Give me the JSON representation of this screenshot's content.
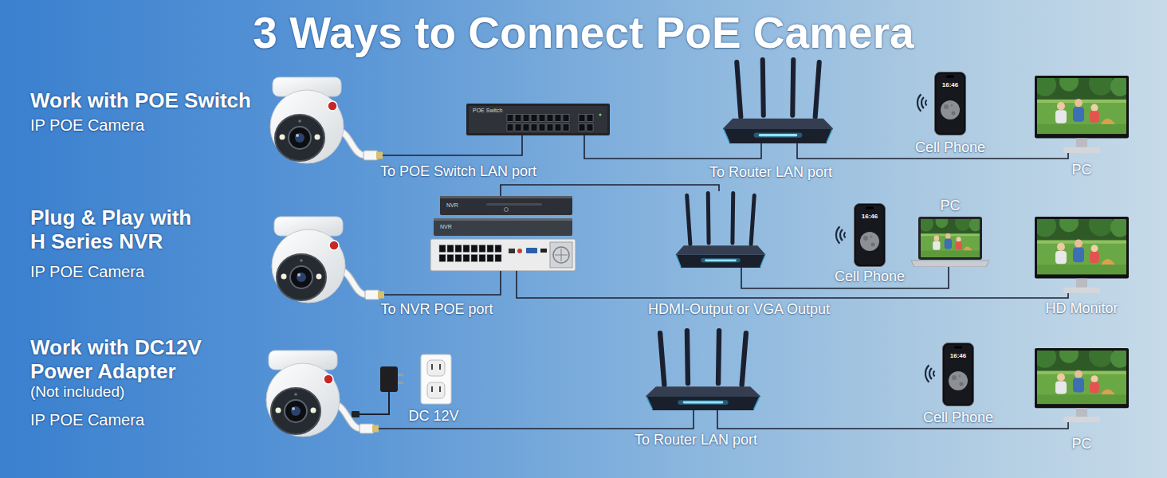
{
  "diagram": {
    "title": "3 Ways to Connect PoE Camera",
    "nodes": [
      {
        "text": [
          "Work with POE Switch",
          "IP POE Camera"
        ]
      },
      {
        "text": [
          "POE Switch"
        ]
      },
      {
        "text": []
      },
      {
        "text": [
          "16:46",
          "Cell Phone"
        ]
      },
      {
        "text": [
          "PC"
        ]
      },
      {
        "text": [
          "Plug & Play with H Series NVR",
          "IP POE Camera"
        ]
      },
      {
        "text": [
          "NVR",
          "NVR"
        ]
      },
      {
        "text": []
      },
      {
        "text": [
          "16:46",
          "Cell Phone"
        ]
      },
      {
        "text": [
          "PC"
        ]
      },
      {
        "text": [
          "HD Monitor"
        ]
      },
      {
        "text": [
          "Work with DC12V Power Adapter",
          "(Not included)",
          "IP POE Camera"
        ]
      },
      {
        "text": []
      },
      {
        "text": [
          "16:46",
          "Cell Phone"
        ]
      },
      {
        "text": [
          "PC"
        ]
      }
    ],
    "edges": [
      {
        "from": 0,
        "to": 1,
        "arrow": "none",
        "label": "To POE Switch LAN port"
      },
      {
        "from": 1,
        "to": 2,
        "arrow": "none",
        "label": "To Router LAN port"
      },
      {
        "from": 2,
        "to": 4,
        "arrow": "none"
      },
      {
        "from": 5,
        "to": 6,
        "arrow": "none",
        "label": "To NVR POE port"
      },
      {
        "from": 6,
        "to": 7,
        "arrow": "none"
      },
      {
        "from": 7,
        "to": 9,
        "arrow": "none"
      },
      {
        "from": 6,
        "to": 10,
        "arrow": "none",
        "label": "HDMI-Output or VGA Output"
      },
      {
        "from": 11,
        "to": 12,
        "arrow": "none",
        "label": "To Router LAN port"
      },
      {
        "from": 12,
        "to": 14,
        "arrow": "none"
      }
    ],
    "labels": [
      "DC 12V"
    ]
  }
}
